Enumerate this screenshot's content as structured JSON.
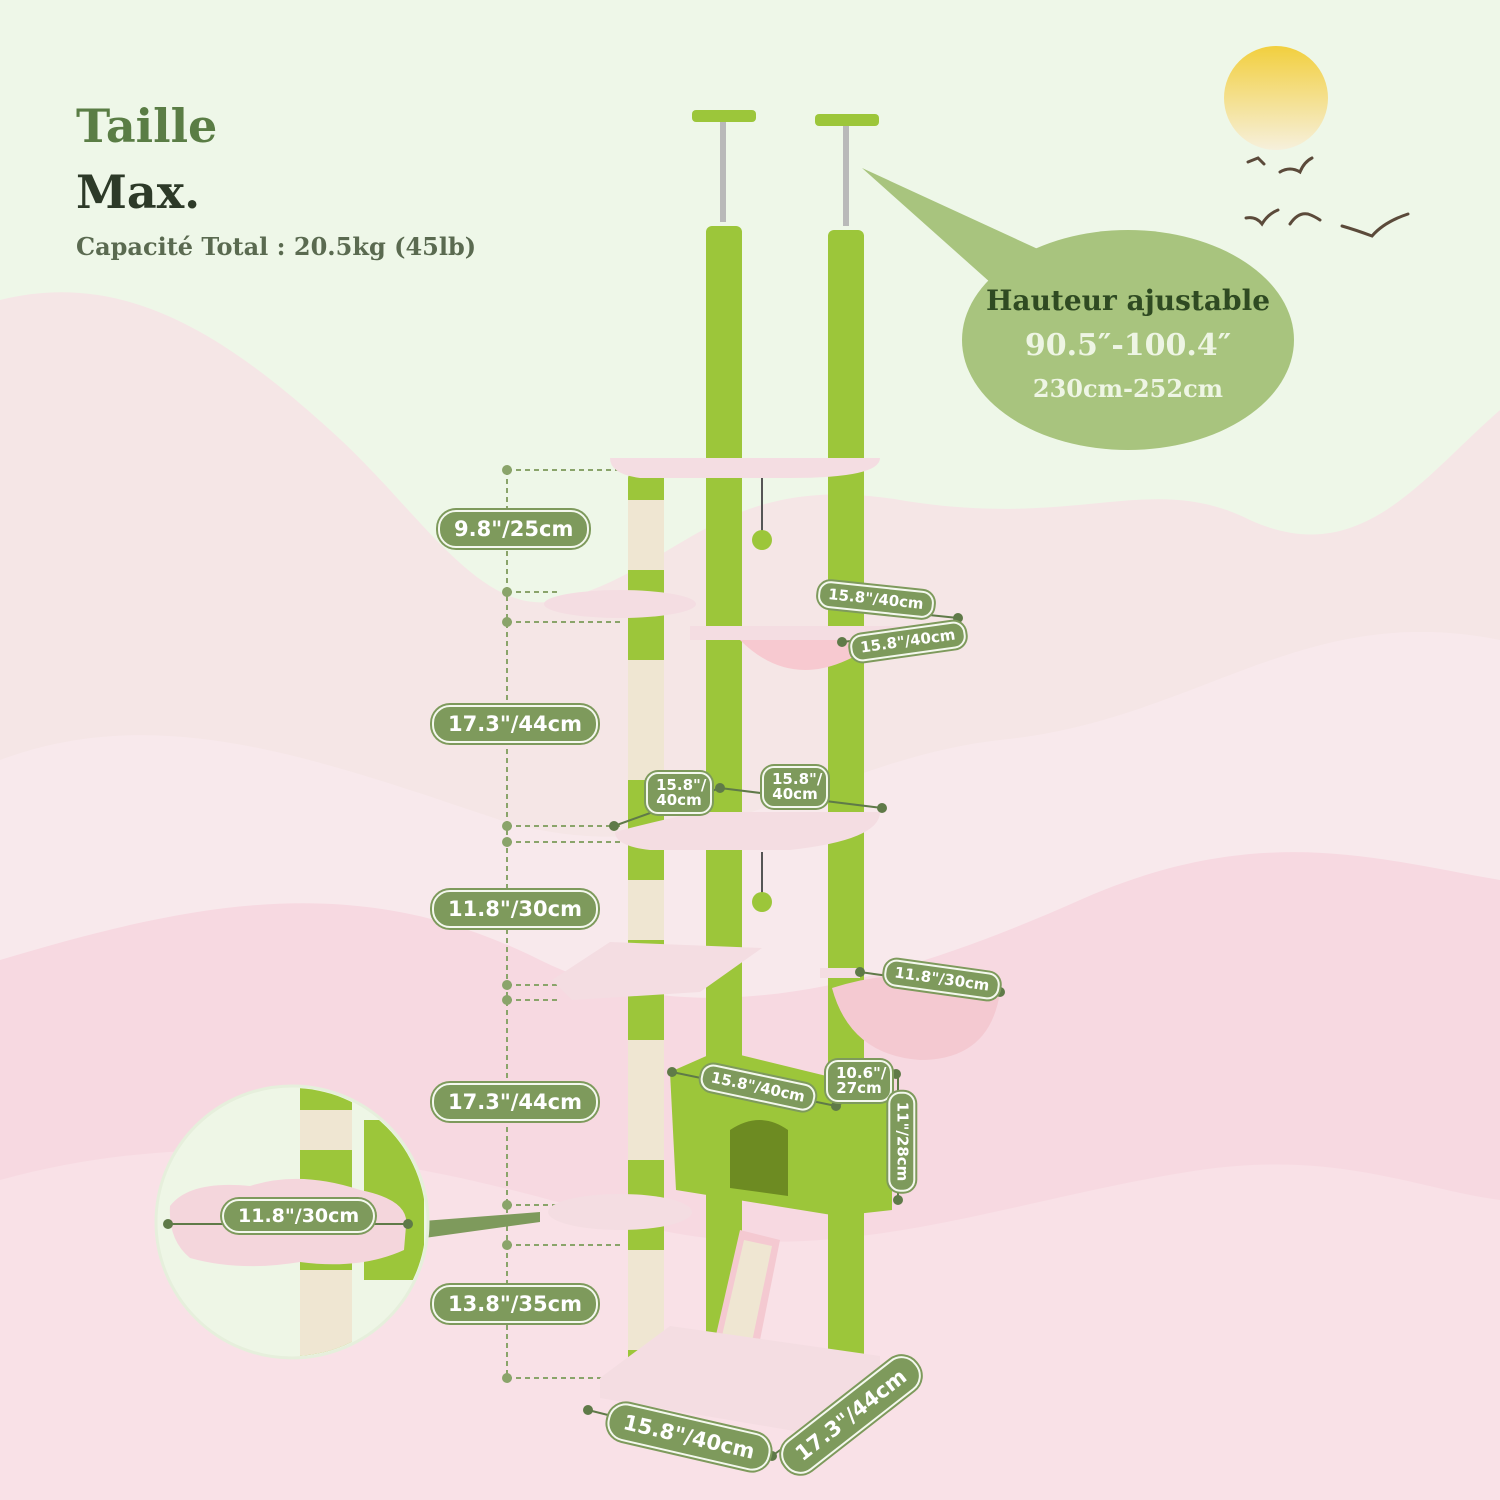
{
  "header": {
    "title": "Taille",
    "subtitle": "Max.",
    "capacity": "Capacité Total : 20.5kg (45lb)"
  },
  "height_bubble": {
    "label": "Hauteur ajustable",
    "inches": "90.5″-100.4″",
    "cm": "230cm-252cm"
  },
  "vertical_dimensions": [
    {
      "label": "9.8\"/25cm"
    },
    {
      "label": "17.3\"/44cm"
    },
    {
      "label": "11.8\"/30cm"
    },
    {
      "label": "17.3\"/44cm"
    },
    {
      "label": "13.8\"/35cm"
    }
  ],
  "platform_dimensions": {
    "hammock_width": "15.8\"/40cm",
    "hammock_depth": "15.8\"/40cm",
    "mid_platform_a": "15.8\"/ 40cm",
    "mid_platform_b": "15.8\"/ 40cm",
    "basket": "11.8\"/30cm",
    "condo_width": "15.8\"/40cm",
    "condo_depth": "10.6\"/ 27cm",
    "condo_height": "11\"/28cm",
    "cloud_zoom": "11.8\"/30cm",
    "base_width": "15.8\"/40cm",
    "base_depth": "17.3\"/44cm"
  },
  "colors": {
    "post_green": "#9cc63a",
    "plush_pink": "#f4dde2",
    "sisal": "#efe6d2",
    "label_green": "#7e9a5c",
    "bubble_green": "#a8c47e",
    "sun": "#f3d24a"
  }
}
